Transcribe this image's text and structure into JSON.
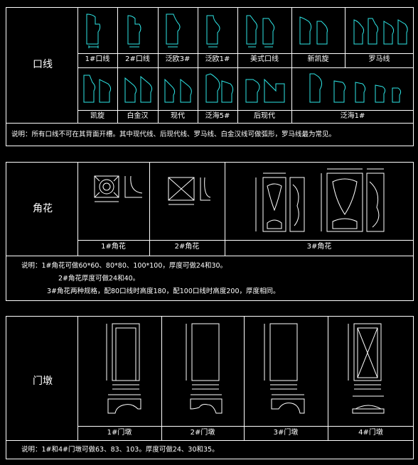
{
  "sections": {
    "molding": {
      "title": "口线",
      "row1_labels": [
        "1#口线",
        "2#口线",
        "泛欧3#",
        "泛欧1#",
        "美式口线",
        "新凯旋",
        "罗马线"
      ],
      "row2_labels": [
        "凯旋",
        "白金汉",
        "现代",
        "泛海5#",
        "后现代",
        "泛海1#"
      ],
      "note": "说明：所有口线不可在其背面开槽。其中现代线、后现代线、罗马线、白金汉线可做弧形，罗马线最为常见。"
    },
    "corner": {
      "title": "角花",
      "labels": [
        "1#角花",
        "2#角花",
        "3#角花"
      ],
      "notes": [
        "说明：1#角花可做60*60、80*80、100*100，厚度可做24和30。",
        "2#角花厚度可做24和40。",
        "3#角花两种规格，配80口线时高度180，配100口线时高度200，厚度相同。"
      ]
    },
    "door": {
      "title": "门墩",
      "labels": [
        "1#门墩",
        "2#门墩",
        "3#门墩",
        "4#门墩"
      ],
      "note": "说明：1#和4#门墩可做63、83、103。厚度可做24、30和35。"
    }
  },
  "colors": {
    "background": "#000000",
    "line": "#ffffff",
    "drawing": "#2ee6e6"
  }
}
